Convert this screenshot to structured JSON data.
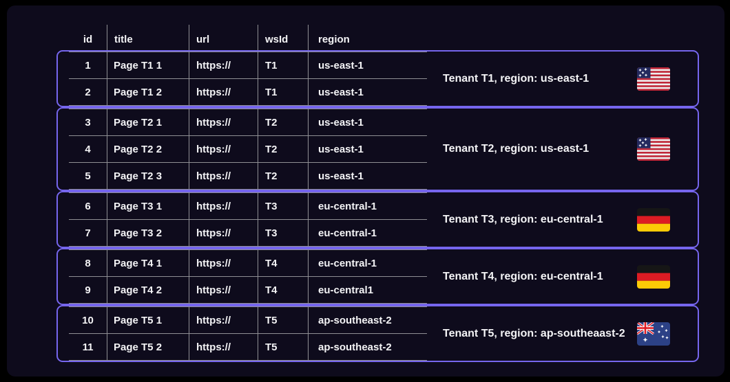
{
  "colors": {
    "frame": "#000000",
    "panel_background": "#0e0b1c",
    "group_outline": "#7666ee",
    "gridline": "#909095",
    "text": "#f4f4f6"
  },
  "table": {
    "headers": [
      "id",
      "title",
      "url",
      "wsId",
      "region"
    ],
    "rows": [
      {
        "id": "1",
        "title": "Page T1 1",
        "url": "https://",
        "wsId": "T1",
        "region": "us-east-1"
      },
      {
        "id": "2",
        "title": "Page T1 2",
        "url": "https://",
        "wsId": "T1",
        "region": "us-east-1"
      },
      {
        "id": "3",
        "title": "Page T2 1",
        "url": "https://",
        "wsId": "T2",
        "region": "us-east-1"
      },
      {
        "id": "4",
        "title": "Page T2 2",
        "url": "https://",
        "wsId": "T2",
        "region": "us-east-1"
      },
      {
        "id": "5",
        "title": "Page T2 3",
        "url": "https://",
        "wsId": "T2",
        "region": "us-east-1"
      },
      {
        "id": "6",
        "title": "Page T3 1",
        "url": "https://",
        "wsId": "T3",
        "region": "eu-central-1"
      },
      {
        "id": "7",
        "title": "Page T3 2",
        "url": "https://",
        "wsId": "T3",
        "region": "eu-central-1"
      },
      {
        "id": "8",
        "title": "Page T4 1",
        "url": "https://",
        "wsId": "T4",
        "region": "eu-central-1"
      },
      {
        "id": "9",
        "title": "Page T4 2",
        "url": "https://",
        "wsId": "T4",
        "region": "eu-central1"
      },
      {
        "id": "10",
        "title": "Page T5 1",
        "url": "https://",
        "wsId": "T5",
        "region": "ap-southeast-2"
      },
      {
        "id": "11",
        "title": "Page T5 2",
        "url": "https://",
        "wsId": "T5",
        "region": "ap-southeast-2"
      }
    ]
  },
  "groups": [
    {
      "label": "Tenant T1, region: us-east-1",
      "flag_icon": "us-flag-icon"
    },
    {
      "label": "Tenant T2, region: us-east-1",
      "flag_icon": "us-flag-icon"
    },
    {
      "label": "Tenant T3, region: eu-central-1",
      "flag_icon": "germany-flag-icon"
    },
    {
      "label": "Tenant T4, region: eu-central-1",
      "flag_icon": "germany-flag-icon"
    },
    {
      "label": "Tenant T5, region: ap-southeaast-2",
      "flag_icon": "australia-flag-icon"
    }
  ]
}
